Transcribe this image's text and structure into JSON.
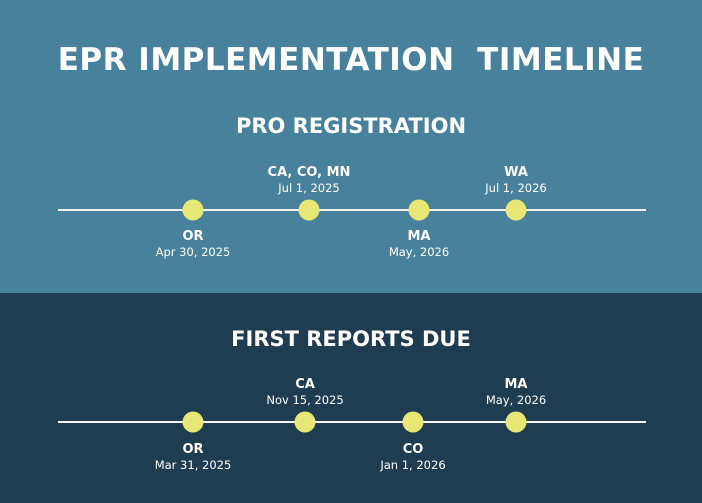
{
  "title": "EPR IMPLEMENTATION  TIMELINE",
  "colors": {
    "top_background": "#48819b",
    "bottom_background": "#203c50",
    "milestone_dot": "#e7e775",
    "line": "#f4f4f0",
    "text": "#ffffff"
  },
  "pro_registration": {
    "heading": "PRO REGISTRATION",
    "milestones": [
      {
        "name": "OR",
        "date": "Apr 30, 2025"
      },
      {
        "name": "CA, CO, MN",
        "date": "Jul 1, 2025"
      },
      {
        "name": "MA",
        "date": "May, 2026"
      },
      {
        "name": "WA",
        "date": "Jul 1, 2026"
      }
    ]
  },
  "first_reports_due": {
    "heading": "FIRST REPORTS DUE",
    "milestones": [
      {
        "name": "OR",
        "date": "Mar 31, 2025"
      },
      {
        "name": "CA",
        "date": "Nov 15, 2025"
      },
      {
        "name": "CO",
        "date": "Jan 1, 2026"
      },
      {
        "name": "MA",
        "date": "May, 2026"
      }
    ]
  }
}
